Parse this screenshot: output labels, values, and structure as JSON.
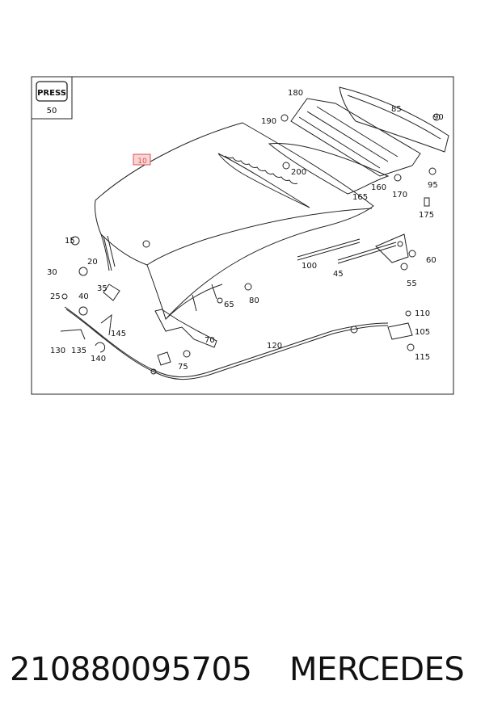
{
  "press_box": {
    "title": "PRESS",
    "number": "50"
  },
  "labels": {
    "l10": "10",
    "l15": "15",
    "l20": "20",
    "l25": "25",
    "l30": "30",
    "l35": "35",
    "l40": "40",
    "l45": "45",
    "l55": "55",
    "l60": "60",
    "l65": "65",
    "l70": "70",
    "l75": "75",
    "l80": "80",
    "l85": "85",
    "l90": "90",
    "l95": "95",
    "l100": "100",
    "l105": "105",
    "l110": "110",
    "l115": "115",
    "l120": "120",
    "l130": "130",
    "l135": "135",
    "l140": "140",
    "l145": "145",
    "l160": "160",
    "l165": "165",
    "l170": "170",
    "l175": "175",
    "l180": "180",
    "l190": "190",
    "l200": "200"
  },
  "colors": {
    "highlight": "#e05050",
    "highlight_fill": "#f6d5d5",
    "line": "#222222"
  },
  "footer": {
    "part_number": "210880095705",
    "brand": "MERCEDES"
  }
}
